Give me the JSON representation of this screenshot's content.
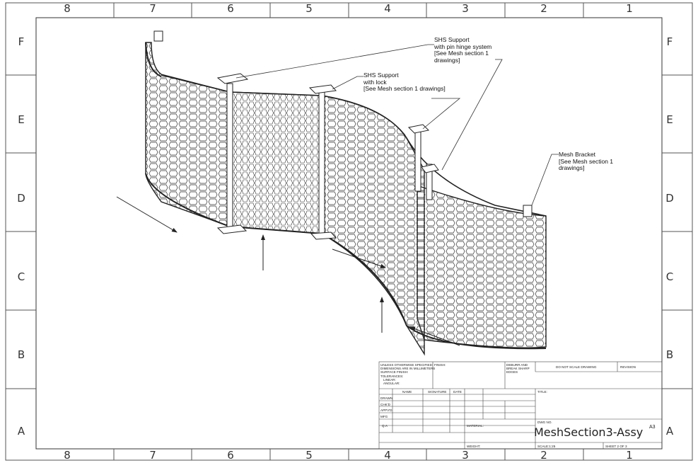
{
  "border": {
    "columns": [
      "8",
      "7",
      "6",
      "5",
      "4",
      "3",
      "2",
      "1"
    ],
    "rows": [
      "F",
      "E",
      "D",
      "C",
      "B",
      "A"
    ]
  },
  "callouts": {
    "shs_pin": [
      "SHS Support",
      "with pin hinge system",
      "[See Mesh section 1",
      "drawings]"
    ],
    "shs_lock": [
      "SHS Support",
      "with lock",
      "[See Mesh section 1 drawings]"
    ],
    "bracket": [
      "Mesh Bracket",
      "[See Mesh section 1",
      "drawings]"
    ]
  },
  "title_block": {
    "general_notes": [
      "UNLESS OTHERWISE SPECIFIED:",
      "DIMENSIONS ARE IN MILLIMETERS",
      "SURFACE FINISH:",
      "TOLERANCES:",
      "LINEAR:",
      "ANGULAR:"
    ],
    "finish": "FINISH:",
    "deburr": [
      "DEBURR AND",
      "BREAK SHARP",
      "EDGES"
    ],
    "do_not_scale": "DO NOT SCALE DRAWING",
    "revision": "REVISION",
    "headers": {
      "name": "NAME",
      "signature": "SIGNATURE",
      "date": "DATE"
    },
    "row_labels": [
      "DRAWN",
      "CHK'D",
      "APPV'D",
      "MFG",
      "Q.A"
    ],
    "title": "TITLE:",
    "material": "MATERIAL:",
    "dwg_no": "DWG NO.",
    "weight": "WEIGHT:",
    "drawing_name": "MeshSection3-Assy",
    "size": "A3",
    "scale": "SCALE:1:25",
    "sheet": "SHEET 2 OF 3"
  }
}
